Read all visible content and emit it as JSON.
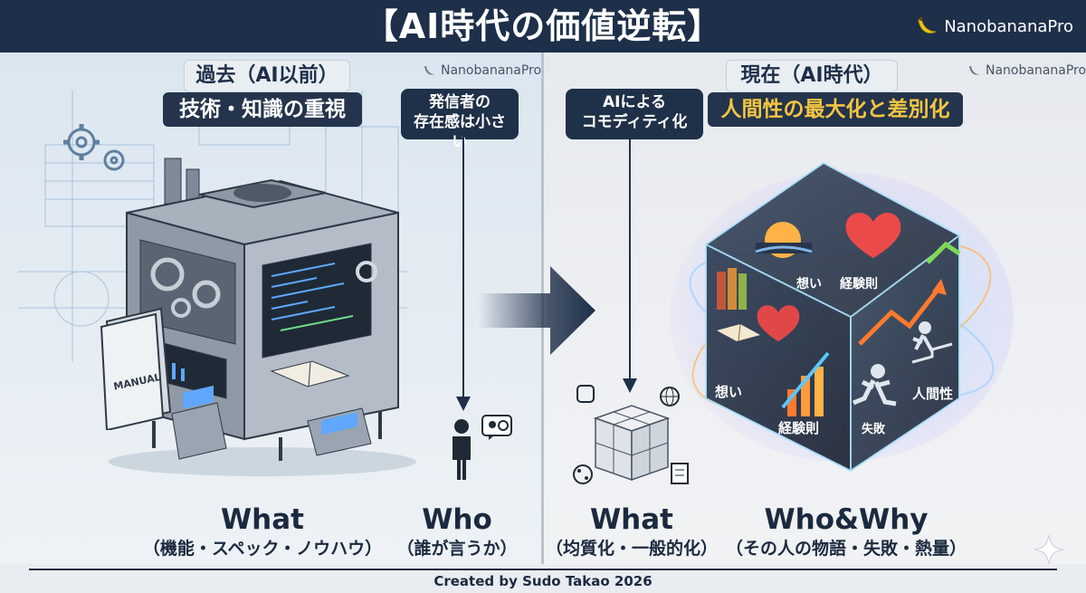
{
  "title": "【AI時代の価値逆転】",
  "brand": "NanobananaPro",
  "left": {
    "era": "過去（AI以前）",
    "heading": "技術・知識の重視",
    "callout": [
      "発信者の",
      "存在感は小さい"
    ],
    "manual_label": "MANUAL",
    "what_main": "What",
    "what_sub": "（機能・スペック・ノウハウ）",
    "who_main": "Who",
    "who_sub": "（誰が言うか）"
  },
  "right": {
    "era": "現在（AI時代）",
    "heading": "人間性の最大化と差別化",
    "callout": [
      "AIによる",
      "コモディティ化"
    ],
    "what_main": "What",
    "what_sub": "（均質化・一般的化）",
    "whowhy_main": "Who&Why",
    "whowhy_sub": "（その人の物語・失敗・熱量）",
    "cube_labels": {
      "omoi_top": "想い",
      "keiken_top": "経験則",
      "omoi_left": "想い",
      "keiken_bottom": "経験則",
      "ningensei": "人間性",
      "shippai": "失敗"
    }
  },
  "footer": "Created by Sudo Takao 2026",
  "colors": {
    "navy": "#1d2f49",
    "gold": "#f4c542",
    "banana": "#f2c81b"
  },
  "icons": [
    "banana-icon",
    "gear-icon",
    "person-icon",
    "sun-icon",
    "heart-icon",
    "books-icon",
    "arrow-up-icon",
    "runner-icon",
    "globe-icon",
    "document-icon",
    "sparkle-icon"
  ]
}
